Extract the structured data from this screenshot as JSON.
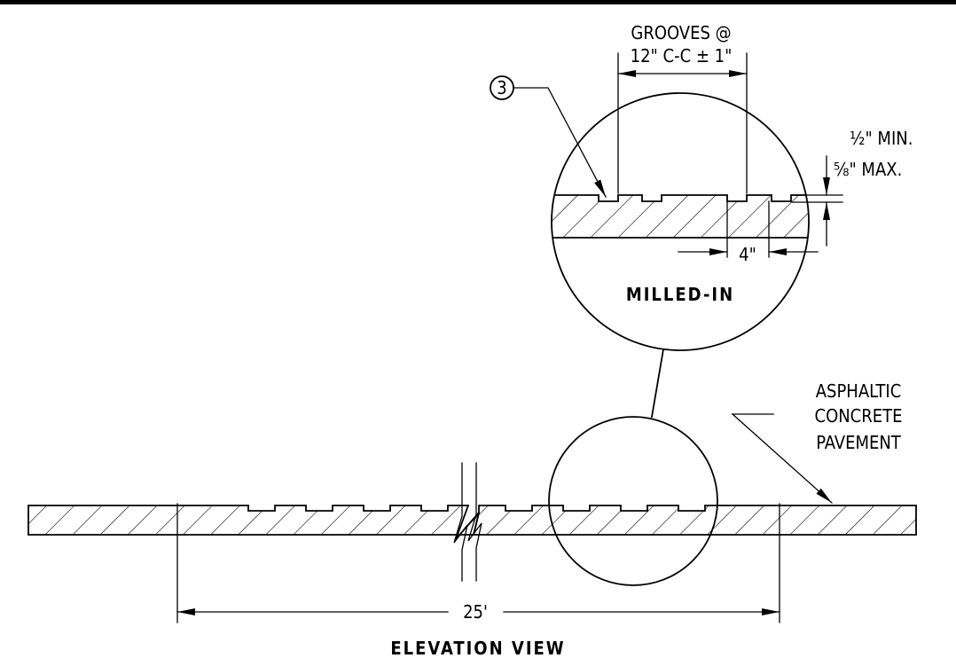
{
  "detail": {
    "callout_number": "3",
    "grooves_label_line1": "GROOVES @",
    "grooves_label_line2": "12\" C-C ± 1\"",
    "depth_min": "½\" MIN.",
    "depth_max": "⅝\" MAX.",
    "groove_width": "4\"",
    "title": "MILLED-IN"
  },
  "elevation": {
    "material_line1": "ASPHALTIC",
    "material_line2": "CONCRETE",
    "material_line3": "PAVEMENT",
    "length": "25'",
    "title": "ELEVATION VIEW"
  }
}
